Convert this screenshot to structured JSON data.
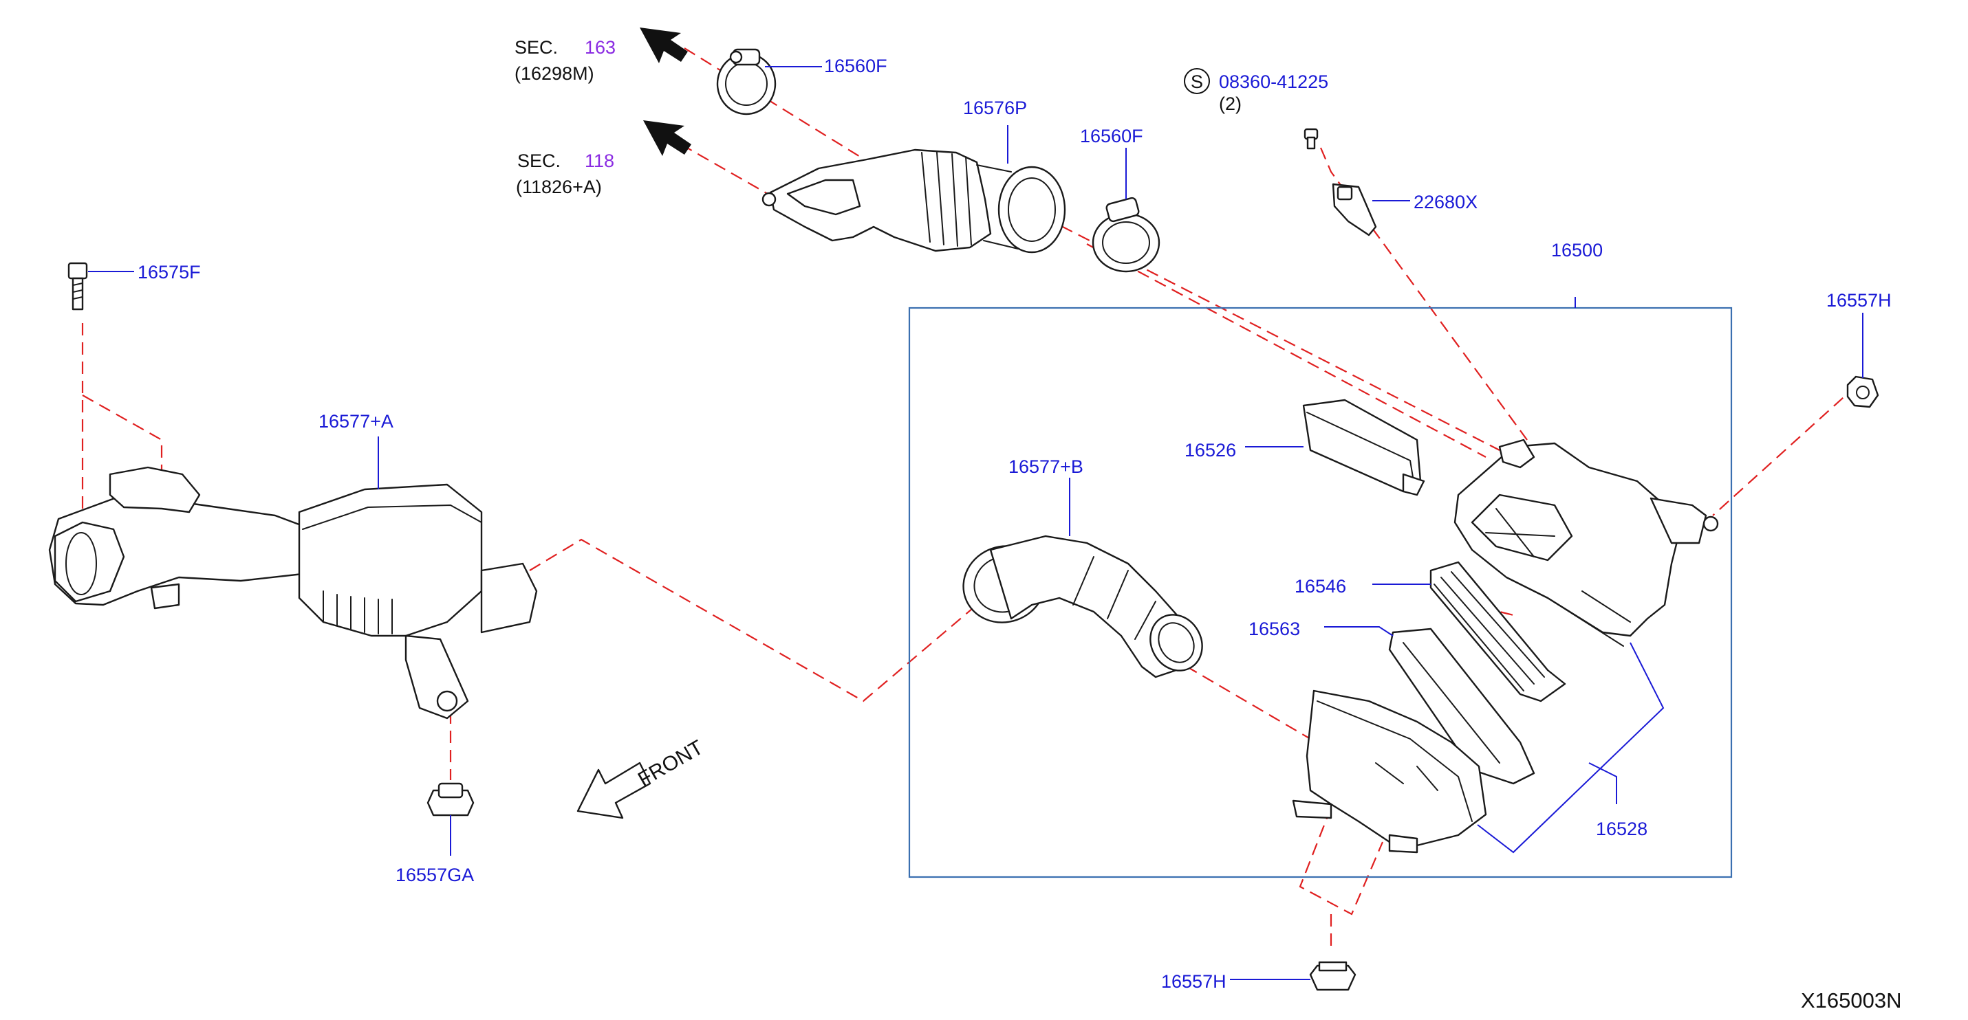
{
  "diagram_id": "X165003N",
  "front_label": "FRONT",
  "sections": [
    {
      "sec": "SEC.",
      "num": "163",
      "ref": "(16298M)"
    },
    {
      "sec": "SEC.",
      "num": "118",
      "ref": "(11826+A)"
    }
  ],
  "labels": {
    "p16560F_top": "16560F",
    "p16576P": "16576P",
    "p16560F_mid": "16560F",
    "p08360": "08360-41225",
    "p08360_qty": "(2)",
    "s_symbol": "S",
    "p22680X": "22680X",
    "p16500": "16500",
    "p16575F": "16575F",
    "p16577A": "16577+A",
    "p16557H_right": "16557H",
    "p16526": "16526",
    "p16577B": "16577+B",
    "p16546": "16546",
    "p16563": "16563",
    "p16528": "16528",
    "p16557GA": "16557GA",
    "p16557H_bottom": "16557H"
  },
  "colors": {
    "part_number": "#1a1ad6",
    "section_number": "#8a2be2",
    "leader_dashed": "#e02020",
    "assembly_frame": "#3a6fb0"
  }
}
